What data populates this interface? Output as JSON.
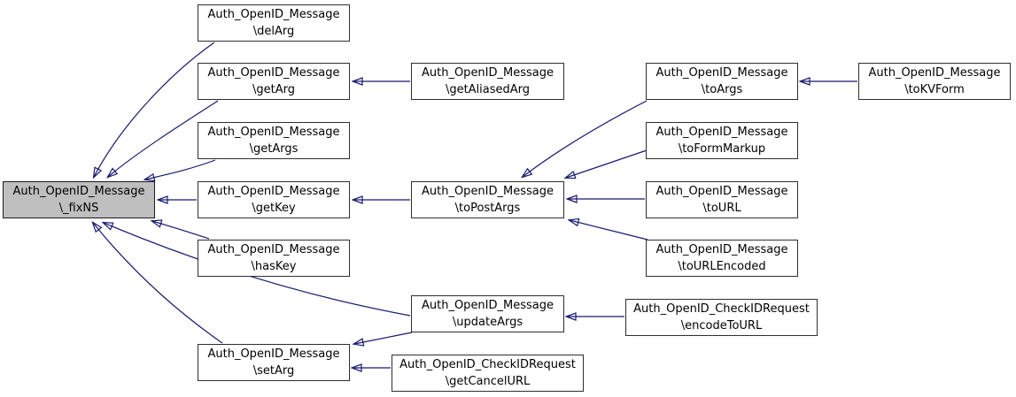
{
  "colors": {
    "edge": "#191970",
    "node_border": "#2e2e2e",
    "node_fill": "#ffffff",
    "highlight_fill": "#bfbfbf",
    "background": "#ffffff",
    "text": "#000000"
  },
  "diagram": {
    "type": "caller-graph",
    "highlighted_node": "Auth_OpenID_Message\\_fixNS",
    "nodes": [
      {
        "id": "fixNS",
        "line1": "Auth_OpenID_Message",
        "line2": "\\_fixNS",
        "highlighted": true
      },
      {
        "id": "delArg",
        "line1": "Auth_OpenID_Message",
        "line2": "\\delArg",
        "highlighted": false
      },
      {
        "id": "getArg",
        "line1": "Auth_OpenID_Message",
        "line2": "\\getArg",
        "highlighted": false
      },
      {
        "id": "getArgs",
        "line1": "Auth_OpenID_Message",
        "line2": "\\getArgs",
        "highlighted": false
      },
      {
        "id": "getKey",
        "line1": "Auth_OpenID_Message",
        "line2": "\\getKey",
        "highlighted": false
      },
      {
        "id": "hasKey",
        "line1": "Auth_OpenID_Message",
        "line2": "\\hasKey",
        "highlighted": false
      },
      {
        "id": "setArg",
        "line1": "Auth_OpenID_Message",
        "line2": "\\setArg",
        "highlighted": false
      },
      {
        "id": "getAliasedArg",
        "line1": "Auth_OpenID_Message",
        "line2": "\\getAliasedArg",
        "highlighted": false
      },
      {
        "id": "toPostArgs",
        "line1": "Auth_OpenID_Message",
        "line2": "\\toPostArgs",
        "highlighted": false
      },
      {
        "id": "updateArgs",
        "line1": "Auth_OpenID_Message",
        "line2": "\\updateArgs",
        "highlighted": false
      },
      {
        "id": "toArgs",
        "line1": "Auth_OpenID_Message",
        "line2": "\\toArgs",
        "highlighted": false
      },
      {
        "id": "toFormMarkup",
        "line1": "Auth_OpenID_Message",
        "line2": "\\toFormMarkup",
        "highlighted": false
      },
      {
        "id": "toURL",
        "line1": "Auth_OpenID_Message",
        "line2": "\\toURL",
        "highlighted": false
      },
      {
        "id": "toURLEncoded",
        "line1": "Auth_OpenID_Message",
        "line2": "\\toURLEncoded",
        "highlighted": false
      },
      {
        "id": "toKVForm",
        "line1": "Auth_OpenID_Message",
        "line2": "\\toKVForm",
        "highlighted": false
      },
      {
        "id": "encodeToURL",
        "line1": "Auth_OpenID_CheckIDRequest",
        "line2": "\\encodeToURL",
        "highlighted": false
      },
      {
        "id": "getCancelURL",
        "line1": "Auth_OpenID_CheckIDRequest",
        "line2": "\\getCancelURL",
        "highlighted": false
      }
    ],
    "edges": [
      {
        "from": "delArg",
        "to": "fixNS"
      },
      {
        "from": "getArg",
        "to": "fixNS"
      },
      {
        "from": "getArgs",
        "to": "fixNS"
      },
      {
        "from": "getKey",
        "to": "fixNS"
      },
      {
        "from": "hasKey",
        "to": "fixNS"
      },
      {
        "from": "updateArgs",
        "to": "fixNS"
      },
      {
        "from": "setArg",
        "to": "fixNS"
      },
      {
        "from": "getAliasedArg",
        "to": "getArg"
      },
      {
        "from": "toPostArgs",
        "to": "getKey"
      },
      {
        "from": "toArgs",
        "to": "toPostArgs"
      },
      {
        "from": "toFormMarkup",
        "to": "toPostArgs"
      },
      {
        "from": "toURL",
        "to": "toPostArgs"
      },
      {
        "from": "toURLEncoded",
        "to": "toPostArgs"
      },
      {
        "from": "toKVForm",
        "to": "toArgs"
      },
      {
        "from": "updateArgs",
        "to": "setArg"
      },
      {
        "from": "encodeToURL",
        "to": "updateArgs"
      },
      {
        "from": "getCancelURL",
        "to": "setArg"
      }
    ]
  }
}
